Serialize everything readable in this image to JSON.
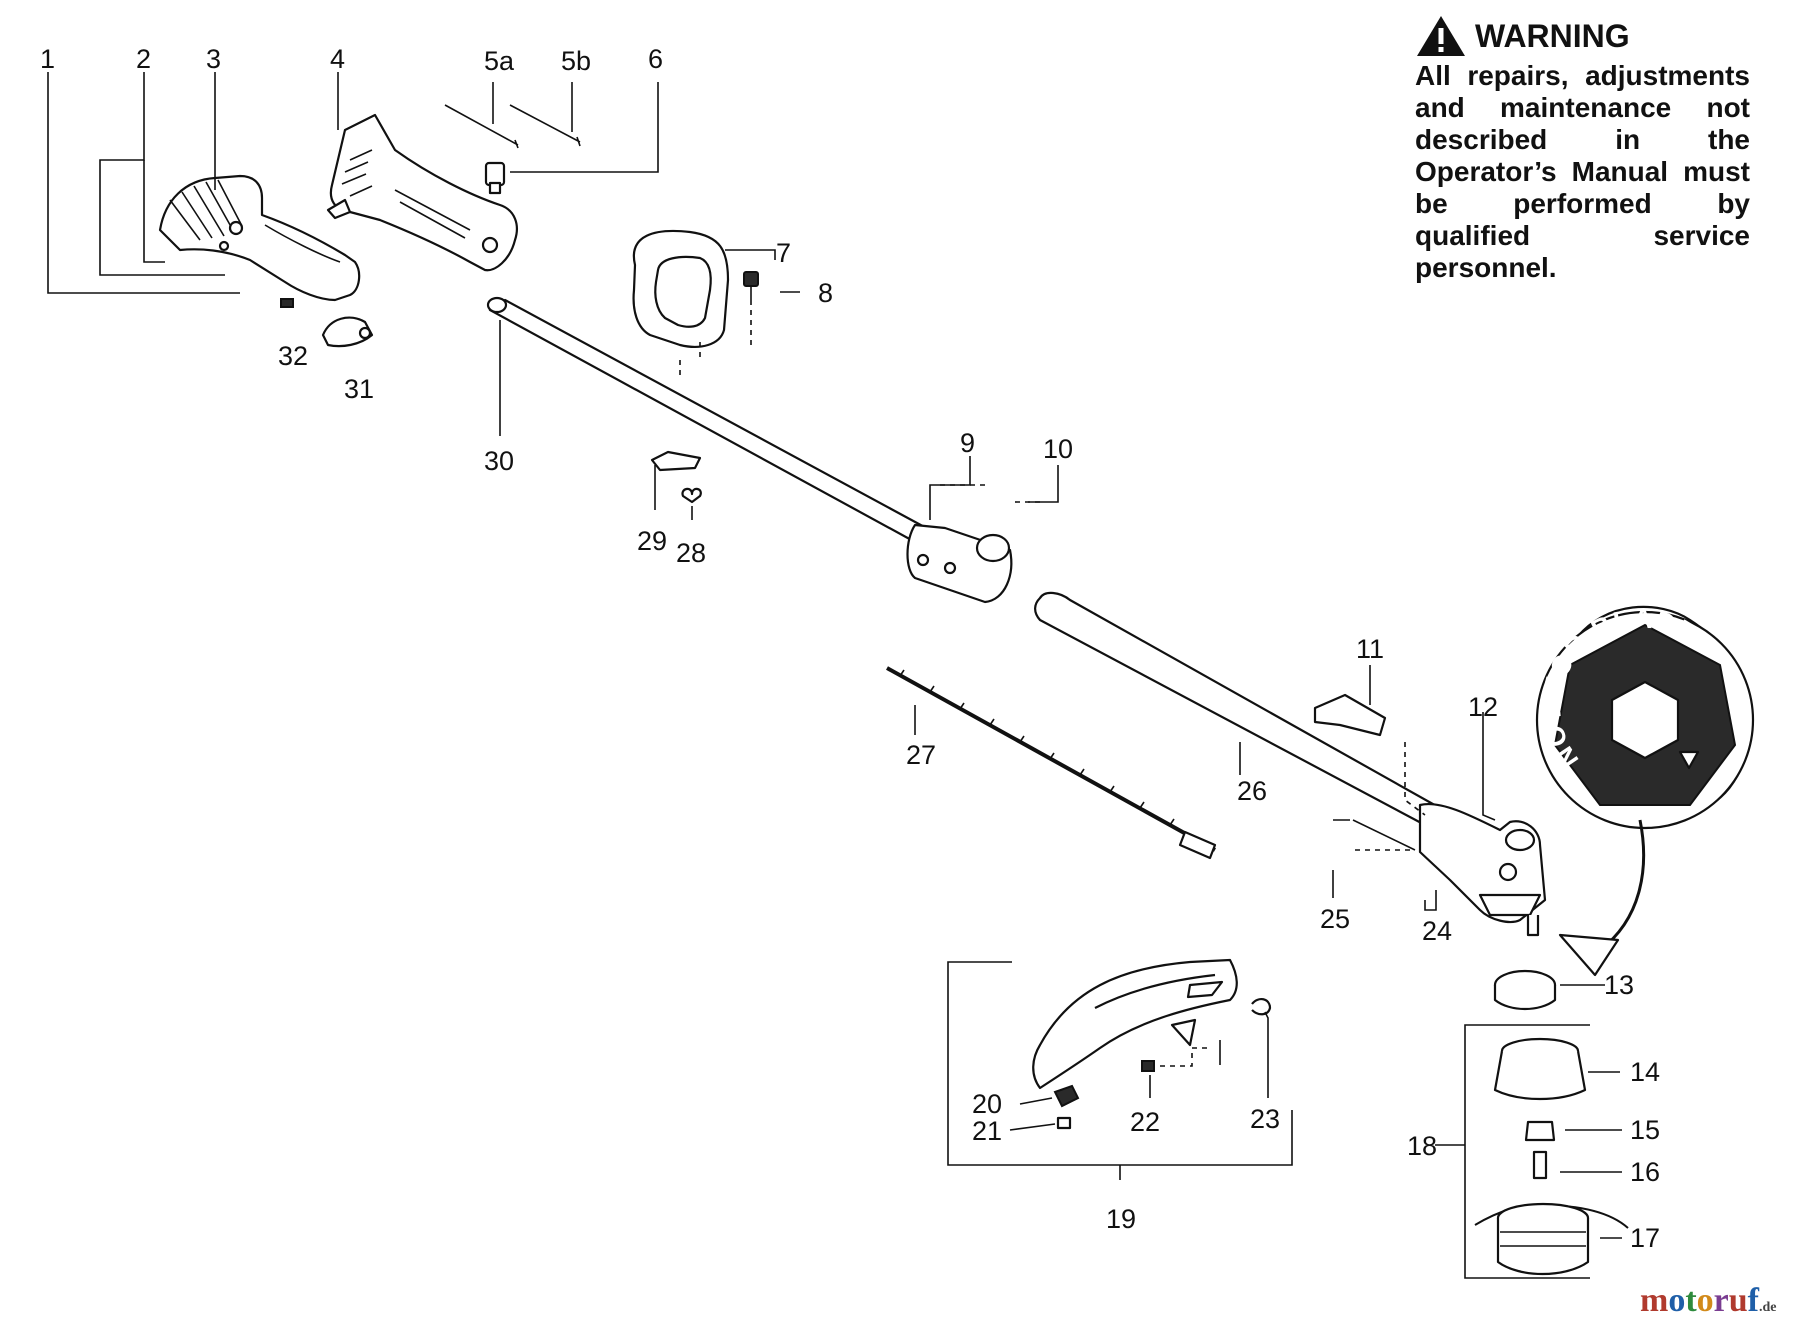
{
  "warning": {
    "title": "WARNING",
    "body": "All repairs, adjustments and maintenance not described in the Operator’s Manual must be performed by qualified service personnel.",
    "icon": "warning-triangle-icon"
  },
  "hub_text": "NOT FOR BLADE USE",
  "watermark": {
    "brand": "motoruf",
    "tld": ".de",
    "colors": [
      "#b03a2e",
      "#1f5fa8",
      "#2e8b3d",
      "#d28a1a",
      "#7a3d91"
    ]
  },
  "callouts": {
    "c1": "1",
    "c2": "2",
    "c3": "3",
    "c4": "4",
    "c5a": "5a",
    "c5b": "5b",
    "c6": "6",
    "c7": "7",
    "c8": "8",
    "c9": "9",
    "c10": "10",
    "c11": "11",
    "c12": "12",
    "c13": "13",
    "c14": "14",
    "c15": "15",
    "c16": "16",
    "c17": "17",
    "c18": "18",
    "c19": "19",
    "c20": "20",
    "c21": "21",
    "c22": "22",
    "c23": "23",
    "c24": "24",
    "c25": "25",
    "c26": "26",
    "c27": "27",
    "c28": "28",
    "c29": "29",
    "c30": "30",
    "c31": "31",
    "c32": "32"
  }
}
